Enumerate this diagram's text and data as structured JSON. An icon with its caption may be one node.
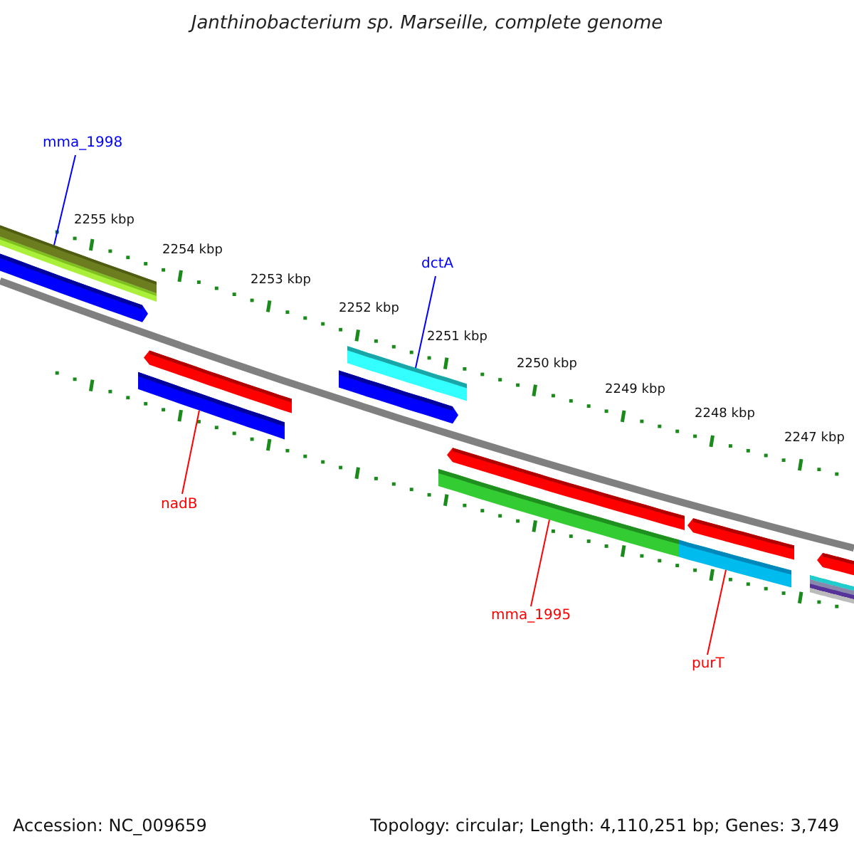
{
  "diagram": {
    "title": "Janthinobacterium sp. Marseille, complete genome",
    "nodes": [
      {
        "text": [
          "mma_1998"
        ]
      },
      {
        "text": [],
        "shape": "bar"
      },
      {
        "text": [
          "dctA"
        ]
      },
      {
        "text": [],
        "shape": "bar"
      },
      {
        "text": [
          "nadB"
        ]
      },
      {
        "text": [],
        "shape": "bar"
      },
      {
        "text": [
          "mma_1995"
        ]
      },
      {
        "text": [],
        "shape": "bar"
      },
      {
        "text": [
          "purT"
        ]
      },
      {
        "text": [],
        "shape": "bar"
      }
    ],
    "edges": [
      {
        "from": 0,
        "to": 1,
        "arrow": "none",
        "color": "#0000ff"
      },
      {
        "from": 2,
        "to": 3,
        "arrow": "none",
        "color": "#0000ff"
      },
      {
        "from": 4,
        "to": 5,
        "arrow": "none"
      },
      {
        "from": 6,
        "to": 7,
        "arrow": "none"
      },
      {
        "from": 8,
        "to": 9,
        "arrow": "none"
      }
    ],
    "labels": [
      "2255 kbp",
      "2254 kbp",
      "2253 kbp",
      "2252 kbp",
      "2251 kbp",
      "2250 kbp",
      "2249 kbp",
      "2248 kbp",
      "2247 kbp",
      "Accession: NC_009659",
      "Topology: circular; Length: 4,110,251 bp; Genes: 3,749"
    ]
  }
}
